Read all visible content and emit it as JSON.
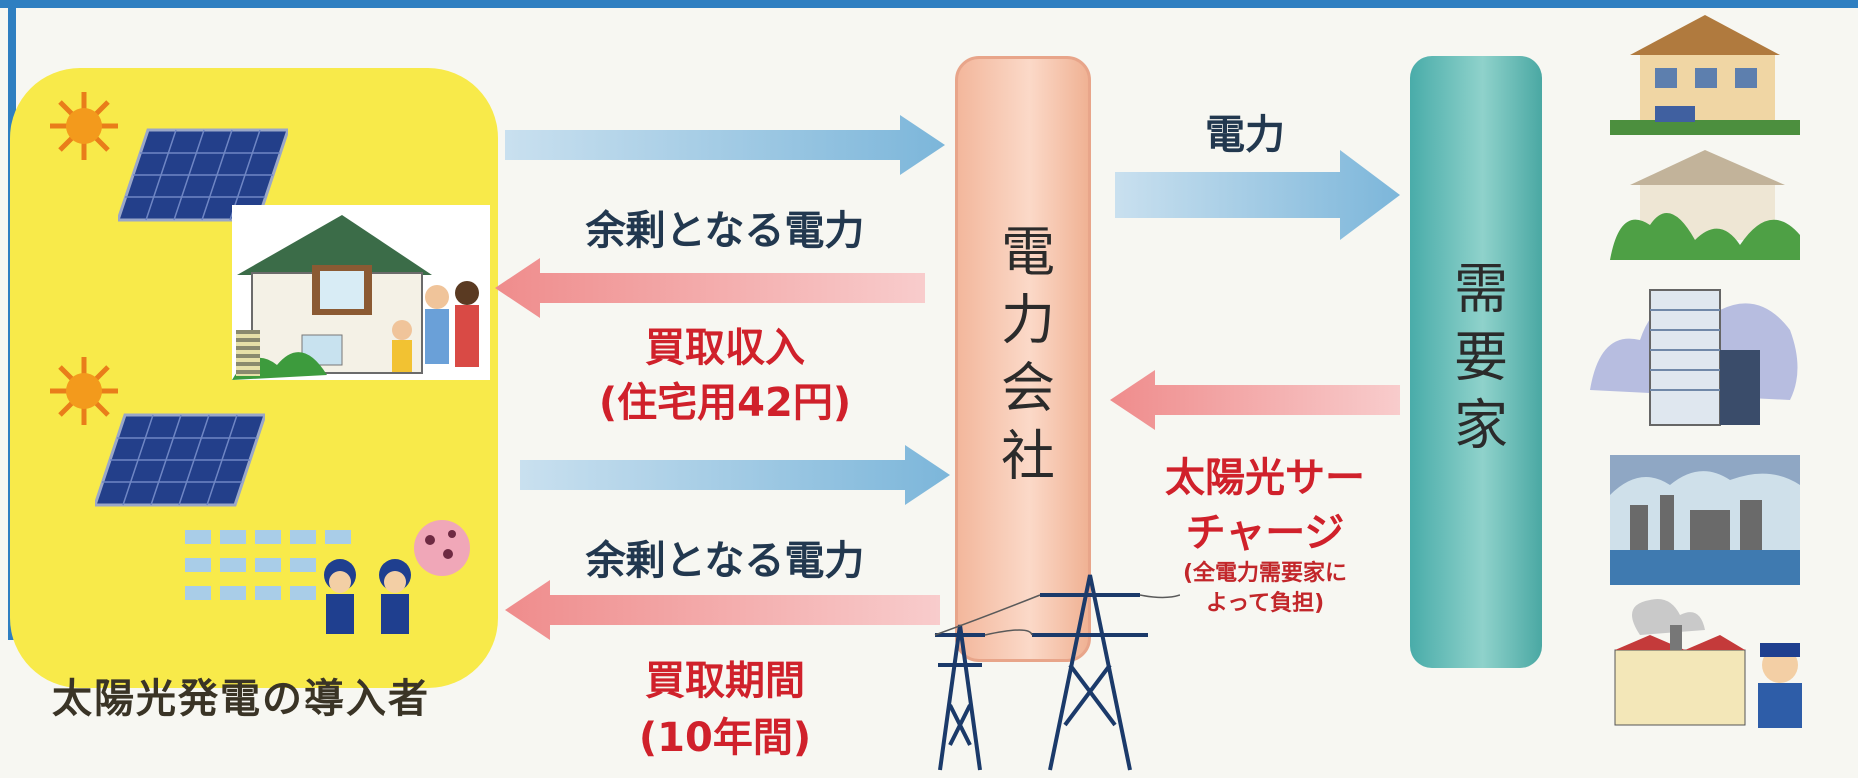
{
  "installer": {
    "label": "太陽光発電の導入者"
  },
  "company": {
    "label": "電力会社"
  },
  "consumer": {
    "label": "需要家"
  },
  "flows": {
    "surplus_power_1": "余剰となる電力",
    "purchase_income": "買取収入",
    "purchase_price": "(住宅用42円)",
    "surplus_power_2": "余剰となる電力",
    "purchase_period": "買取期間",
    "purchase_duration": "(10年間)",
    "power": "電力",
    "surcharge_1": "太陽光サー",
    "surcharge_2": "チャージ",
    "burden_1": "(全電力需要家に",
    "burden_2": "よって負担)"
  },
  "colors": {
    "frame": "#2f7fc1",
    "installer_panel": "#f8ea4a",
    "company_box": "#f3b79c",
    "consumer_box": "#49aca9",
    "blue_arrow": "#7cb6da",
    "red_arrow": "#ef8c8c",
    "dark_text": "#22384f",
    "red_text": "#d0212b"
  },
  "icons": [
    "sun-icon",
    "solar-panel-icon",
    "house-icon",
    "family-icon",
    "school-building-icon",
    "children-icon",
    "power-tower-icon",
    "suburban-house-icon",
    "office-building-icon",
    "factory-icon",
    "worker-icon"
  ]
}
